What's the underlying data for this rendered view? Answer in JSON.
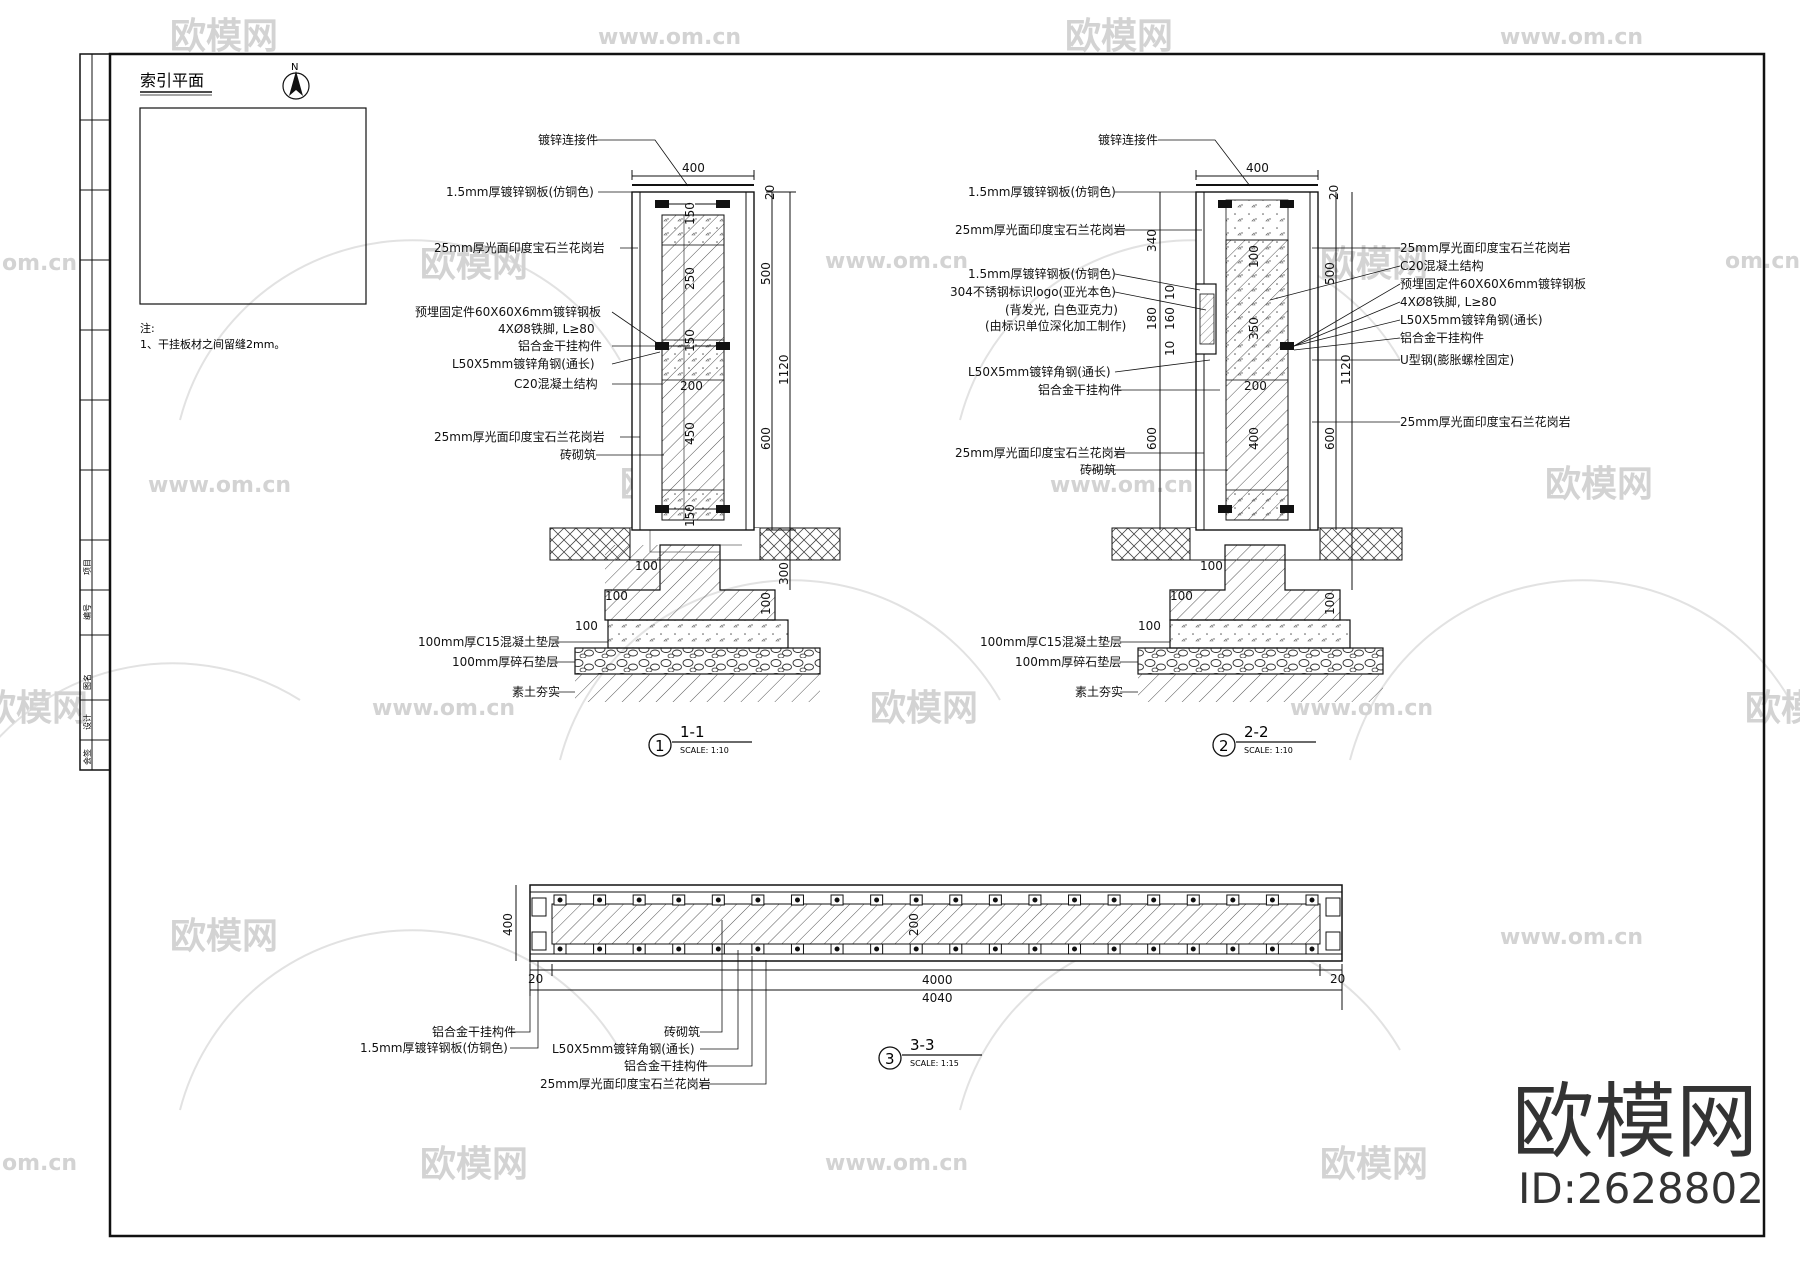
{
  "watermarks": {
    "url": "www.om.cn",
    "brand": "欧模网",
    "brand_partial_left": "om.cn",
    "brand_partial_right": "欧模网"
  },
  "brand_mark": {
    "text": "欧模网",
    "id": "ID:2628802"
  },
  "index_plan": {
    "title": "索引平面",
    "north": "N",
    "notes_title": "注:",
    "note_1": "1、干挂板材之间留缝2mm。"
  },
  "title_block": {
    "cells": [
      "项目",
      "编号",
      "图名",
      "设计",
      "会签"
    ]
  },
  "section_1": {
    "number": "1",
    "title": "1-1",
    "scale": "SCALE:  1:10",
    "labels": [
      "镀锌连接件",
      "1.5mm厚镀锌钢板(仿铜色)",
      "25mm厚光面印度宝石兰花岗岩",
      "预埋固定件60X60X6mm镀锌钢板",
      "4XØ8铁脚, L≥80",
      "铝合金干挂构件",
      "L50X5mm镀锌角钢(通长)",
      "C20混凝土结构",
      "25mm厚光面印度宝石兰花岗岩",
      "砖砌筑",
      "100mm厚C15混凝土垫层",
      "100mm厚碎石垫层",
      "素土夯实"
    ],
    "dims": {
      "top_width": "400",
      "top_gap": "20",
      "v150a": "150",
      "v250": "250",
      "v150b": "150",
      "v200": "200",
      "v450": "450",
      "v150c": "150",
      "r500": "500",
      "r600": "600",
      "r1120": "1120",
      "f100a": "100",
      "f100b": "100",
      "f100c": "100",
      "f100d": "100",
      "f300": "300"
    }
  },
  "section_2": {
    "number": "2",
    "title": "2-2",
    "scale": "SCALE:  1:10",
    "labels_left": [
      "镀锌连接件",
      "1.5mm厚镀锌钢板(仿铜色)",
      "25mm厚光面印度宝石兰花岗岩",
      "1.5mm厚镀锌钢板(仿铜色)",
      "304不锈钢标识logo(亚光本色)",
      "(背发光, 白色亚克力)",
      "(由标识单位深化加工制作)",
      "L50X5mm镀锌角钢(通长)",
      "铝合金干挂构件",
      "25mm厚光面印度宝石兰花岗岩",
      "砖砌筑",
      "100mm厚C15混凝土垫层",
      "100mm厚碎石垫层",
      "素土夯实"
    ],
    "labels_right": [
      "25mm厚光面印度宝石兰花岗岩",
      "C20混凝土结构",
      "预埋固定件60X60X6mm镀锌钢板",
      "4XØ8铁脚, L≥80",
      "L50X5mm镀锌角钢(通长)",
      "铝合金干挂构件",
      "U型钢(膨胀螺栓固定)",
      "25mm厚光面印度宝石兰花岗岩"
    ],
    "dims": {
      "top_width": "400",
      "top_gap": "20",
      "l340": "340",
      "l180": "180",
      "l160": "160",
      "l10a": "10",
      "l10b": "10",
      "l600": "600",
      "v100": "100",
      "v350": "350",
      "v200": "200",
      "v400": "400",
      "r500": "500",
      "r600": "600",
      "r1120": "1120",
      "f100a": "100",
      "f100b": "100",
      "f100c": "100",
      "f100d": "100"
    }
  },
  "section_3": {
    "number": "3",
    "title": "3-3",
    "scale": "SCALE:  1:15",
    "labels": [
      "铝合金干挂构件",
      "1.5mm厚镀锌钢板(仿铜色)",
      "砖砌筑",
      "L50X5mm镀锌角钢(通长)",
      "铝合金干挂构件",
      "25mm厚光面印度宝石兰花岗岩"
    ],
    "dims": {
      "h400": "400",
      "inner200": "200",
      "w4000": "4000",
      "w4040": "4040",
      "e20a": "20",
      "e20b": "20"
    }
  },
  "colors": {
    "line": "#111111",
    "watermark": "#d3d3d3",
    "hatch": "#555555"
  }
}
